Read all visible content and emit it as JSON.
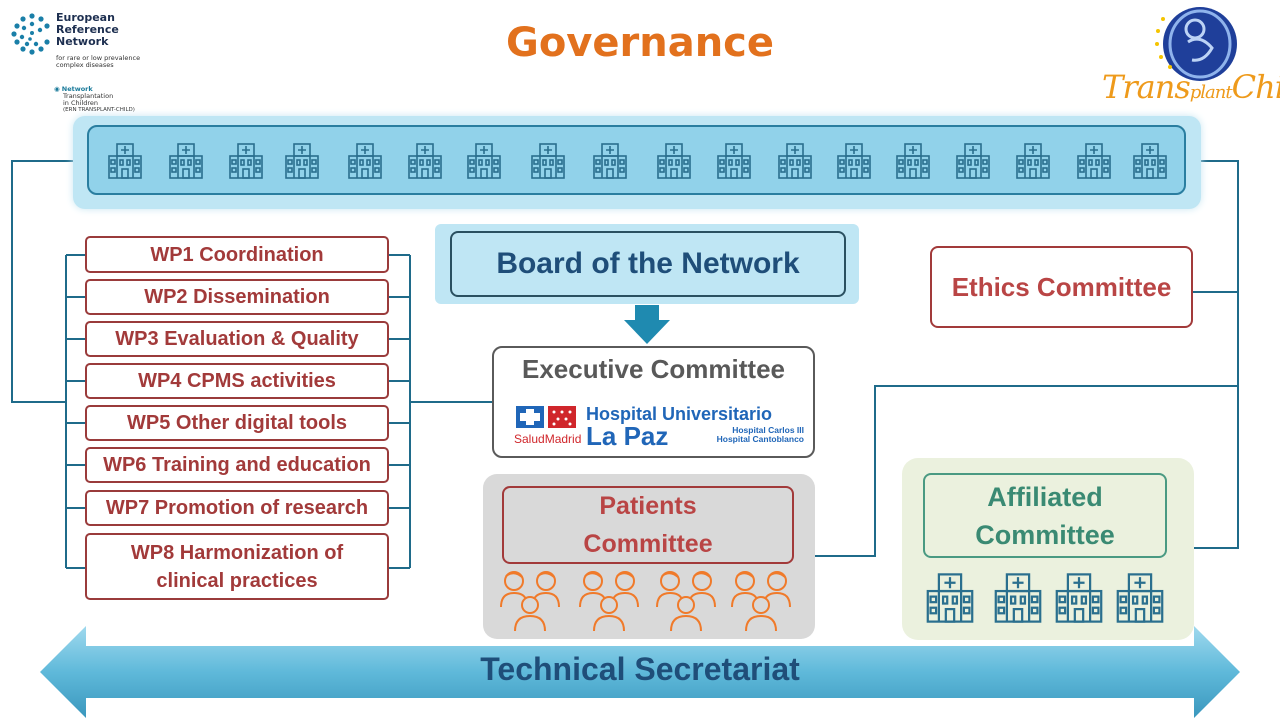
{
  "title": "Governance",
  "ern_logo": {
    "name_lines": [
      "European",
      "Reference",
      "Network"
    ],
    "subtitle_lines": [
      "for rare or low prevalence",
      "complex diseases"
    ],
    "network_label": "Network",
    "network_lines": [
      "Transplantation",
      "in Children",
      "(ERN TRANSPLANT-CHILD)"
    ]
  },
  "tc_logo": {
    "part1": "Trans",
    "part2": "plant",
    "part3": "Child"
  },
  "hospital_band": {
    "count": 18,
    "icon": "hospital-icon"
  },
  "work_packages": [
    "WP1 Coordination",
    "WP2 Dissemination",
    "WP3 Evaluation & Quality",
    "WP4 CPMS activities",
    "WP5 Other digital tools",
    "WP6 Training and education",
    "WP7 Promotion of research",
    [
      "WP8 Harmonization of",
      "clinical practices"
    ]
  ],
  "board": "Board of the Network",
  "executive": {
    "title": "Executive Committee",
    "hospital_main": "Hospital Universitario",
    "hospital_name": "La Paz",
    "hospital_sub": [
      "Hospital Carlos III",
      "Hospital Cantoblanco"
    ],
    "salud_madrid": "SaludMadrid"
  },
  "patients": [
    "Patients",
    "Committee"
  ],
  "ethics": "Ethics Committee",
  "affiliated": [
    "Affiliated",
    "Committee"
  ],
  "technical": "Technical Secretariat",
  "colors": {
    "title": "#E2711D",
    "wp_border": "#9a3b3b",
    "board_text": "#1f4e79",
    "connector": "#1f6b8a",
    "affiliated": "#3a8a73",
    "people": "#F07A2A"
  }
}
